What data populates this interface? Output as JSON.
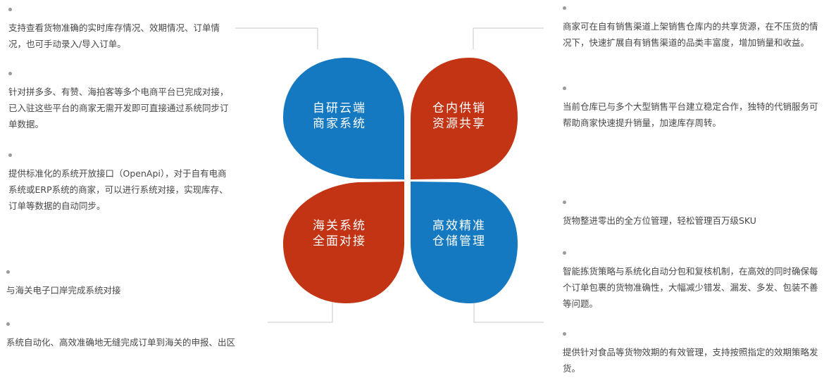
{
  "colors": {
    "blue": "#1479c1",
    "red": "#c23414",
    "line": "#c8c8c8",
    "dot": "#9a9a9a"
  },
  "petals": {
    "top_left": {
      "line1": "自研云端",
      "line2": "商家系统"
    },
    "top_right": {
      "line1": "仓内供销",
      "line2": "资源共享"
    },
    "bottom_left": {
      "line1": "海关系统",
      "line2": "全面对接"
    },
    "bottom_right": {
      "line1": "高效精准",
      "line2": "仓储管理"
    }
  },
  "left_items": [
    {
      "text": "支持查看货物准确的实时库存情况、效期情况、订单情况，也可手动录入/导入订单。"
    },
    {
      "text": "针对拼多多、有赞、海拍客等多个电商平台已完成对接，已入驻这些平台的商家无需开发即可直接通过系统同步订单数据。"
    },
    {
      "text": "提供标准化的系统开放接口（OpenApi），对于自有电商系统或ERP系统的商家，可以进行系统对接，实现库存、订单等数据的自动同步。"
    },
    {
      "text": "与海关电子口岸完成系统对接"
    },
    {
      "text": "系统自动化、高效准确地无缝完成订单到海关的申报、出区"
    }
  ],
  "right_items": [
    {
      "text": "商家可在自有销售渠道上架销售仓库内的共享货源，在不压货的情况下，快速扩展自有销售渠道的品类丰富度，增加销量和收益。"
    },
    {
      "text": "当前仓库已与多个大型销售平台建立稳定合作，独特的代销服务可帮助商家快速提升销量，加速库存周转。"
    },
    {
      "text": "货物整进零出的全方位管理，轻松管理百万级SKU"
    },
    {
      "text": "智能拣货策略与系统化自动分包和复核机制，在高效的同时确保每个订单包裹的货物准确性，大幅减少错发、漏发、多发、包装不善等问题。"
    },
    {
      "text": "提供针对食品等货物效期的有效管理，支持按照指定的效期策略发货。"
    }
  ]
}
